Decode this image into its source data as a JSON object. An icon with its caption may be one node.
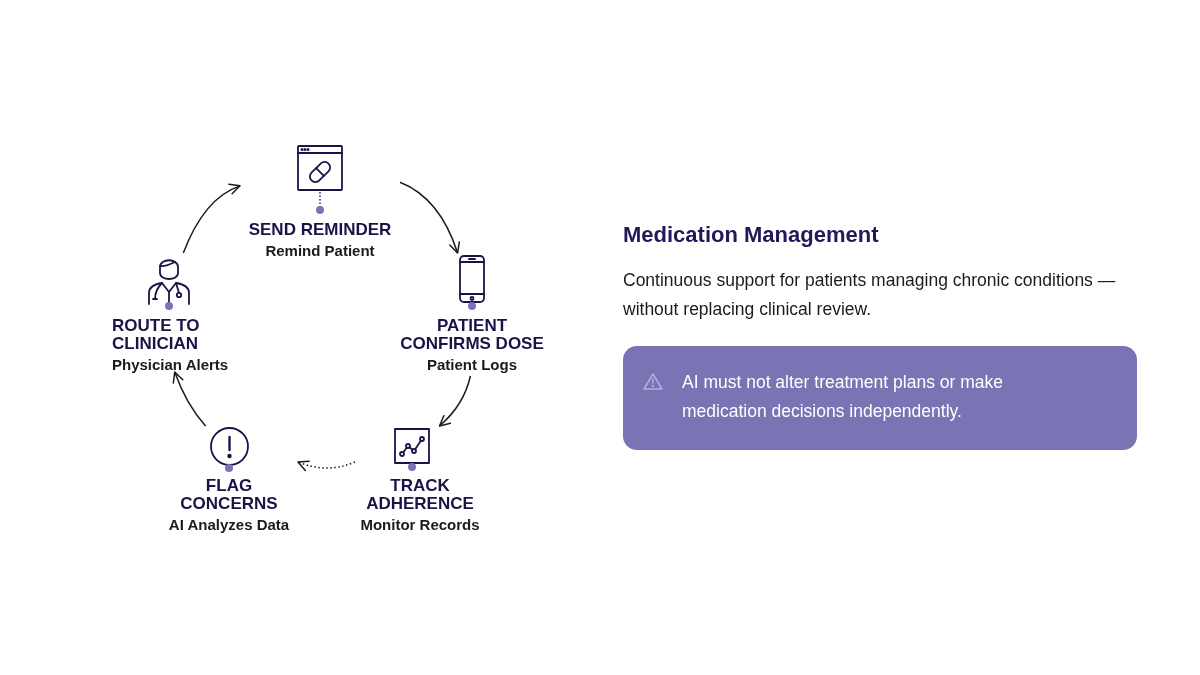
{
  "diagram": {
    "title": "Medication Management",
    "nodes": [
      {
        "text": [
          "SEND REMINDER",
          "Remind Patient"
        ]
      },
      {
        "text": [
          "PATIENT CONFIRMS DOSE",
          "Patient Logs"
        ]
      },
      {
        "text": [
          "TRACK ADHERENCE",
          "Monitor Records"
        ]
      },
      {
        "text": [
          "FLAG CONCERNS",
          "AI Analyzes Data"
        ]
      },
      {
        "text": [
          "ROUTE TO CLINICIAN",
          "Physician Alerts"
        ]
      },
      {
        "text": [
          "AI must not alter treatment plans or make medication decisions independently."
        ]
      }
    ],
    "edges": [
      {
        "from": 0,
        "to": 1,
        "arrow": "to"
      },
      {
        "from": 1,
        "to": 2,
        "arrow": "to"
      },
      {
        "from": 2,
        "to": 3,
        "arrow": "to",
        "style": "dashed"
      },
      {
        "from": 3,
        "to": 4,
        "arrow": "to"
      },
      {
        "from": 4,
        "to": 0,
        "arrow": "to"
      }
    ],
    "labels": [
      "Continuous support for patients managing chronic conditions — without replacing clinical review."
    ]
  }
}
